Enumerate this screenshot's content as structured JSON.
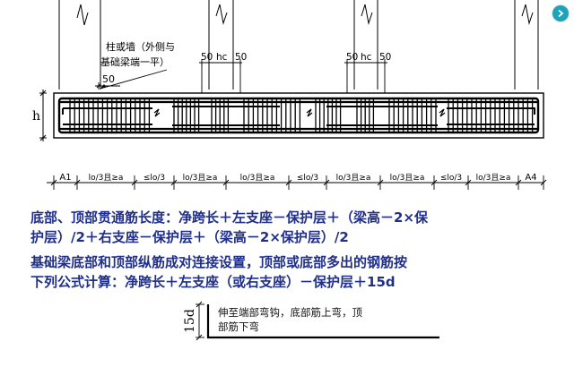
{
  "diagram": {
    "callout_line1": "柱或墙（外侧与",
    "callout_line2": "基础梁端一平）",
    "dim_50_a": "50",
    "dim_50_left": "50",
    "dim_hc_left": "hc",
    "dim_50_left2": "50",
    "dim_50_right": "50",
    "dim_hc_right": "hc",
    "dim_50_right2": "50",
    "h_label": "h",
    "span_labels": [
      "A1",
      "lo/3且≥a",
      "≤lo/3",
      "lo/3且≥a",
      "lo/3且≥a",
      "≤lo/3",
      "lo/3且≥a",
      "lo/3且≥a",
      "≤lo/3",
      "lo/3且≥a",
      "A4"
    ]
  },
  "text": {
    "p1_line1": "底部、顶部贯通筋长度：净跨长＋左支座－保护层＋（梁高－2×保",
    "p1_line2": "护层）/2＋右支座－保护层＋（梁高－2×保护层）/2",
    "p2_line1": "基础梁底部和顶部纵筋成对连接设置，顶部或底部多出的钢筋按",
    "p2_line2": "下列公式计算：净跨长＋左支座（或右支座）－保护层＋15d"
  },
  "hook": {
    "dim_label": "15d",
    "note_line1": "伸至端部弯钩，底部筋上弯，顶",
    "note_line2": "部筋下弯"
  },
  "colors": {
    "accent_text": "#1f2f8a",
    "badge": "#1fa3b8"
  },
  "icons": {
    "nav": "chevron-right-icon"
  }
}
